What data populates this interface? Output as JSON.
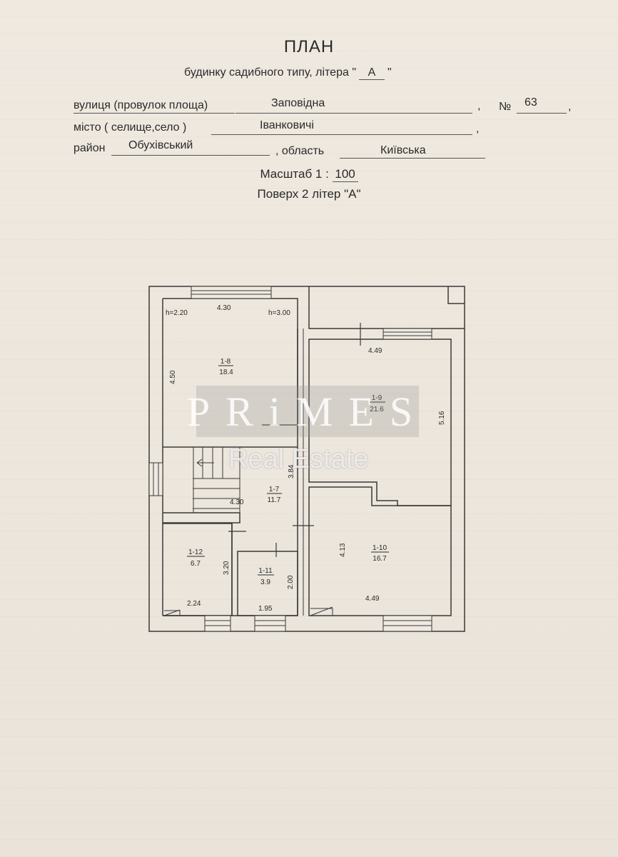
{
  "header": {
    "title": "ПЛАН",
    "subtitle_prefix": "будинку садибного типу,  літера \"",
    "litera": "А",
    "subtitle_suffix": "\""
  },
  "address": {
    "street_label": "вулиця (провулок площа)",
    "street_value": "Заповідна",
    "number_label": "№",
    "number_value": "63",
    "city_label": "місто ( селище,село )",
    "city_value": "Іванковичі",
    "district_label": "район",
    "district_value": "Обухівський",
    "region_label": ", область",
    "region_value": "Київська",
    "comma": ","
  },
  "scale": {
    "label": "Масштаб  1 :",
    "value": "100"
  },
  "floor_label": "Поверх 2 літер \"А\"",
  "rooms": [
    {
      "id": "1-8",
      "area": "18.4"
    },
    {
      "id": "1-9",
      "area": "21.6"
    },
    {
      "id": "1-7",
      "area": "11.7"
    },
    {
      "id": "1-12",
      "area": "6.7"
    },
    {
      "id": "1-11",
      "area": "3.9"
    },
    {
      "id": "1-10",
      "area": "16.7"
    }
  ],
  "dimensions": {
    "top_width_left": "4.30",
    "h_left": "h=2.20",
    "h_right": "h=3.00",
    "left_height": "4.50",
    "right_top_width": "4.49",
    "right_height": "5.16",
    "stair_height": "3.84",
    "stair_width": "4.30",
    "room10_height": "4.13",
    "room12_height": "3.20",
    "room11_height": "2.00",
    "room12_width": "2.24",
    "room11_width": "1.95",
    "room10_width": "4.49"
  },
  "watermark": {
    "line1": "PRiMES",
    "line2": "Real Estate"
  }
}
